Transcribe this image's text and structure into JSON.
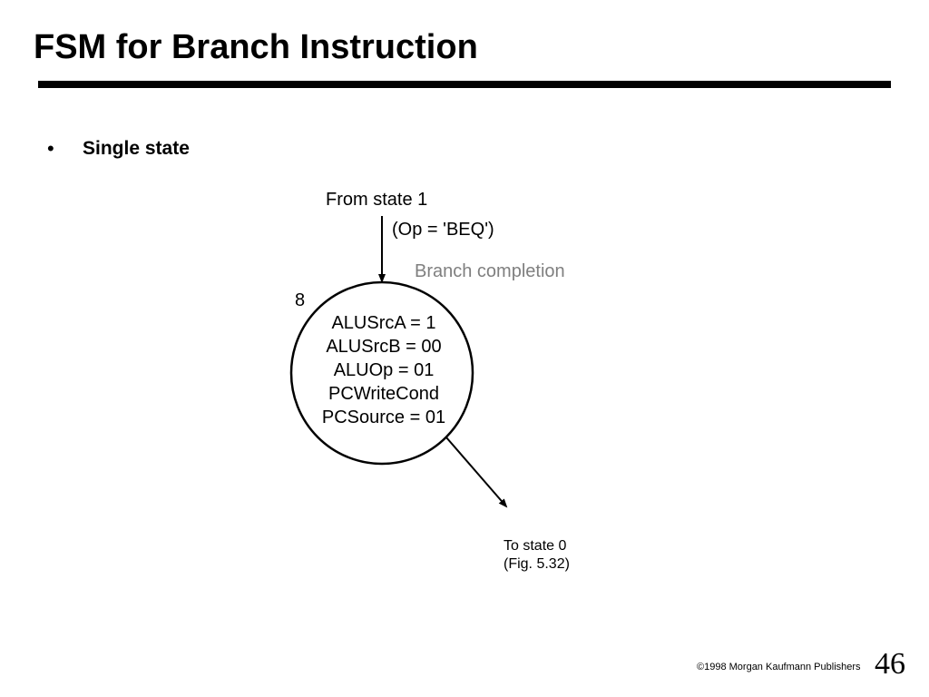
{
  "slide": {
    "title": "FSM for Branch Instruction",
    "bullet_symbol": "•",
    "bullet_text": "Single state"
  },
  "diagram": {
    "incoming_label": "From state 1",
    "condition_label": "(Op = 'BEQ')",
    "stage_label": "Branch completion",
    "stage_label_color": "#7f7f7f",
    "state_number": "8",
    "signals": [
      "ALUSrcA = 1",
      "ALUSrcB = 00",
      "ALUOp = 01",
      "PCWriteCond",
      "PCSource = 01"
    ],
    "outgoing_label_line1": "To state 0",
    "outgoing_label_line2": "(Fig. 5.32)"
  },
  "footer": {
    "copyright": "©1998 Morgan Kaufmann Publishers",
    "page_number": "46"
  }
}
